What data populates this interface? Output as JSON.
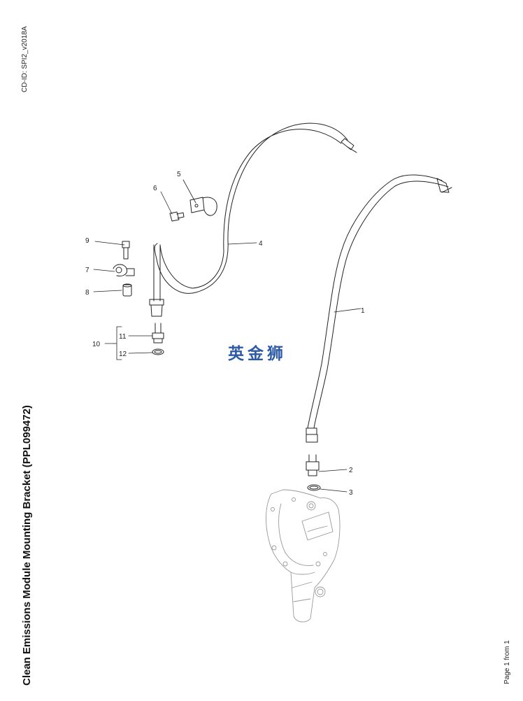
{
  "header": {
    "cd_id": "CD-ID: SPI2_v2018A"
  },
  "title": "Clean Emissions Module Mounting Bracket (PPL099472)",
  "footer": {
    "page": "Page 1 from 1"
  },
  "watermark": "英金狮",
  "callouts": {
    "c1": "1",
    "c2": "2",
    "c3": "3",
    "c4": "4",
    "c5": "5",
    "c6": "6",
    "c7": "7",
    "c8": "8",
    "c9": "9",
    "c10": "10",
    "c11": "11",
    "c12": "12"
  },
  "colors": {
    "line": "#222222",
    "housing": "#999999",
    "watermark": "#2c5aa8"
  }
}
